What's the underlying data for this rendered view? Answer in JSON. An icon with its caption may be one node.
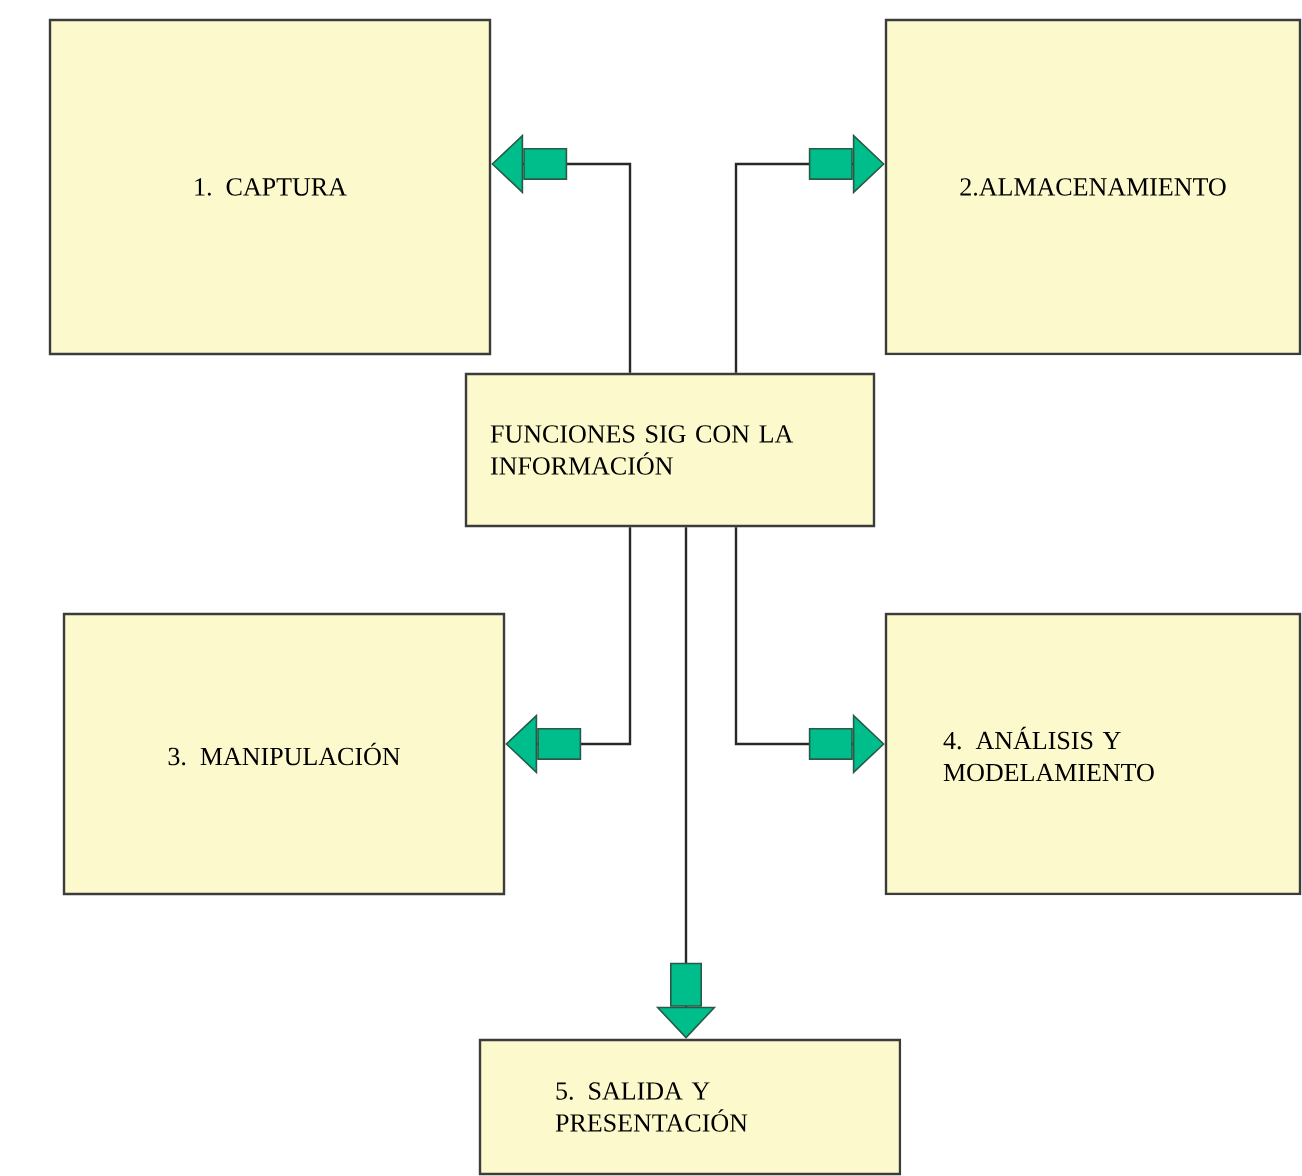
{
  "diagram": {
    "nodes": [
      {
        "text": [
          "1. CAPTURA"
        ]
      },
      {
        "text": [
          "2.ALMACENAMIENTO"
        ]
      },
      {
        "text": [
          "FUNCIONES SIG CON LA INFORMACIÓN"
        ]
      },
      {
        "text": [
          "3. MANIPULACIÓN"
        ]
      },
      {
        "text": [
          "4. ANÁLISIS Y MODELAMIENTO"
        ]
      },
      {
        "text": [
          "5. SALIDA Y PRESENTACIÓN"
        ]
      }
    ],
    "edges": [
      {
        "from": 2,
        "to": 0,
        "arrow": "to"
      },
      {
        "from": 2,
        "to": 1,
        "arrow": "to"
      },
      {
        "from": 2,
        "to": 3,
        "arrow": "to"
      },
      {
        "from": 2,
        "to": 4,
        "arrow": "to"
      },
      {
        "from": 2,
        "to": 5,
        "arrow": "to"
      }
    ]
  }
}
